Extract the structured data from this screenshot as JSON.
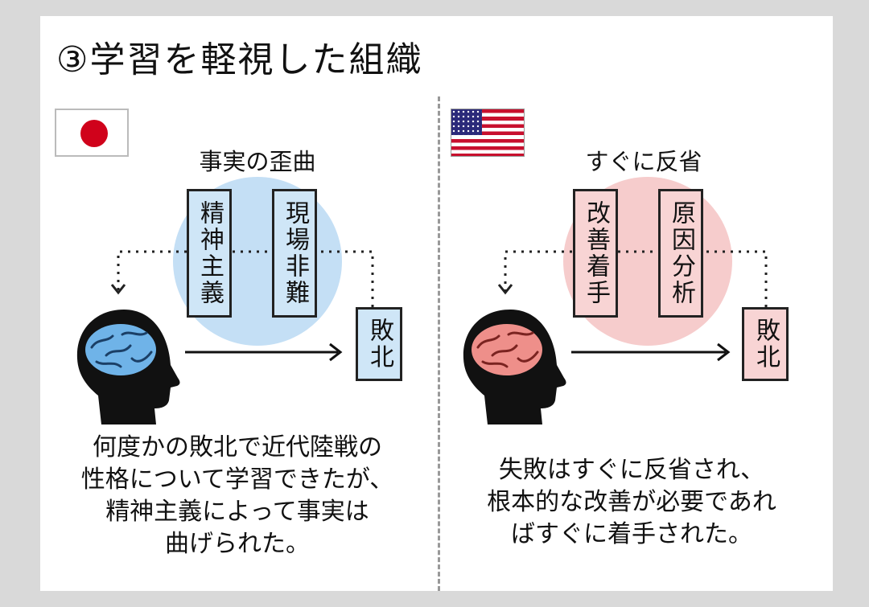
{
  "title": "③学習を軽視した組織",
  "japan": {
    "flag": "japan-flag",
    "heading": "事実の歪曲",
    "box1": "精神主義",
    "box2": "現場非難",
    "outcome": "敗北",
    "color": "#c4dff5",
    "brain_color": "#6fb3e8",
    "text_lines": [
      "何度かの敗北で近代陸戦の",
      "性格について学習できたが、",
      "精神主義によって事実は",
      "曲げられた。"
    ]
  },
  "usa": {
    "flag": "usa-flag",
    "heading": "すぐに反省",
    "box1": "改善着手",
    "box2": "原因分析",
    "outcome": "敗北",
    "color": "#f6cccc",
    "brain_color": "#ee8f8a",
    "text_lines": [
      "失敗はすぐに反省され、",
      "根本的な改善が必要であれ",
      "ばすぐに着手された。"
    ]
  }
}
